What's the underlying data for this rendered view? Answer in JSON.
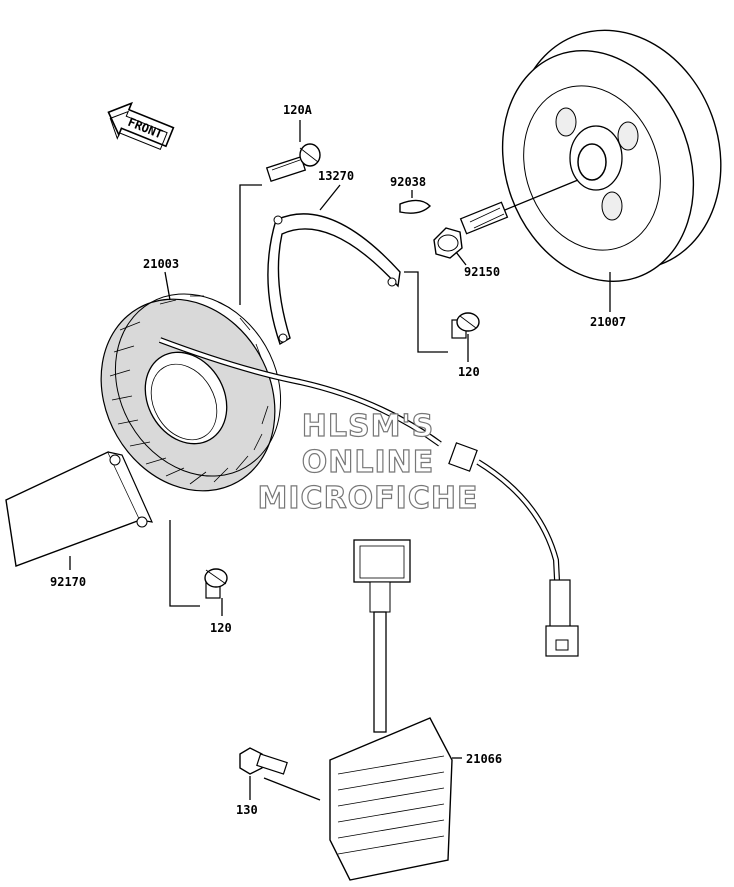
{
  "front_label": "FRONT",
  "watermark": {
    "line1": "HLSM'S",
    "line2": "ONLINE",
    "line3": "MICROFICHE"
  },
  "parts": [
    {
      "key": "p120a",
      "number": "120A"
    },
    {
      "key": "p92038",
      "number": "92038"
    },
    {
      "key": "p13270",
      "number": "13270"
    },
    {
      "key": "p21003",
      "number": "21003"
    },
    {
      "key": "p92150",
      "number": "92150"
    },
    {
      "key": "p21007",
      "number": "21007"
    },
    {
      "key": "p120_top",
      "number": "120"
    },
    {
      "key": "p92170",
      "number": "92170"
    },
    {
      "key": "p120_bottom",
      "number": "120"
    },
    {
      "key": "p21066",
      "number": "21066"
    },
    {
      "key": "p130",
      "number": "130"
    }
  ]
}
